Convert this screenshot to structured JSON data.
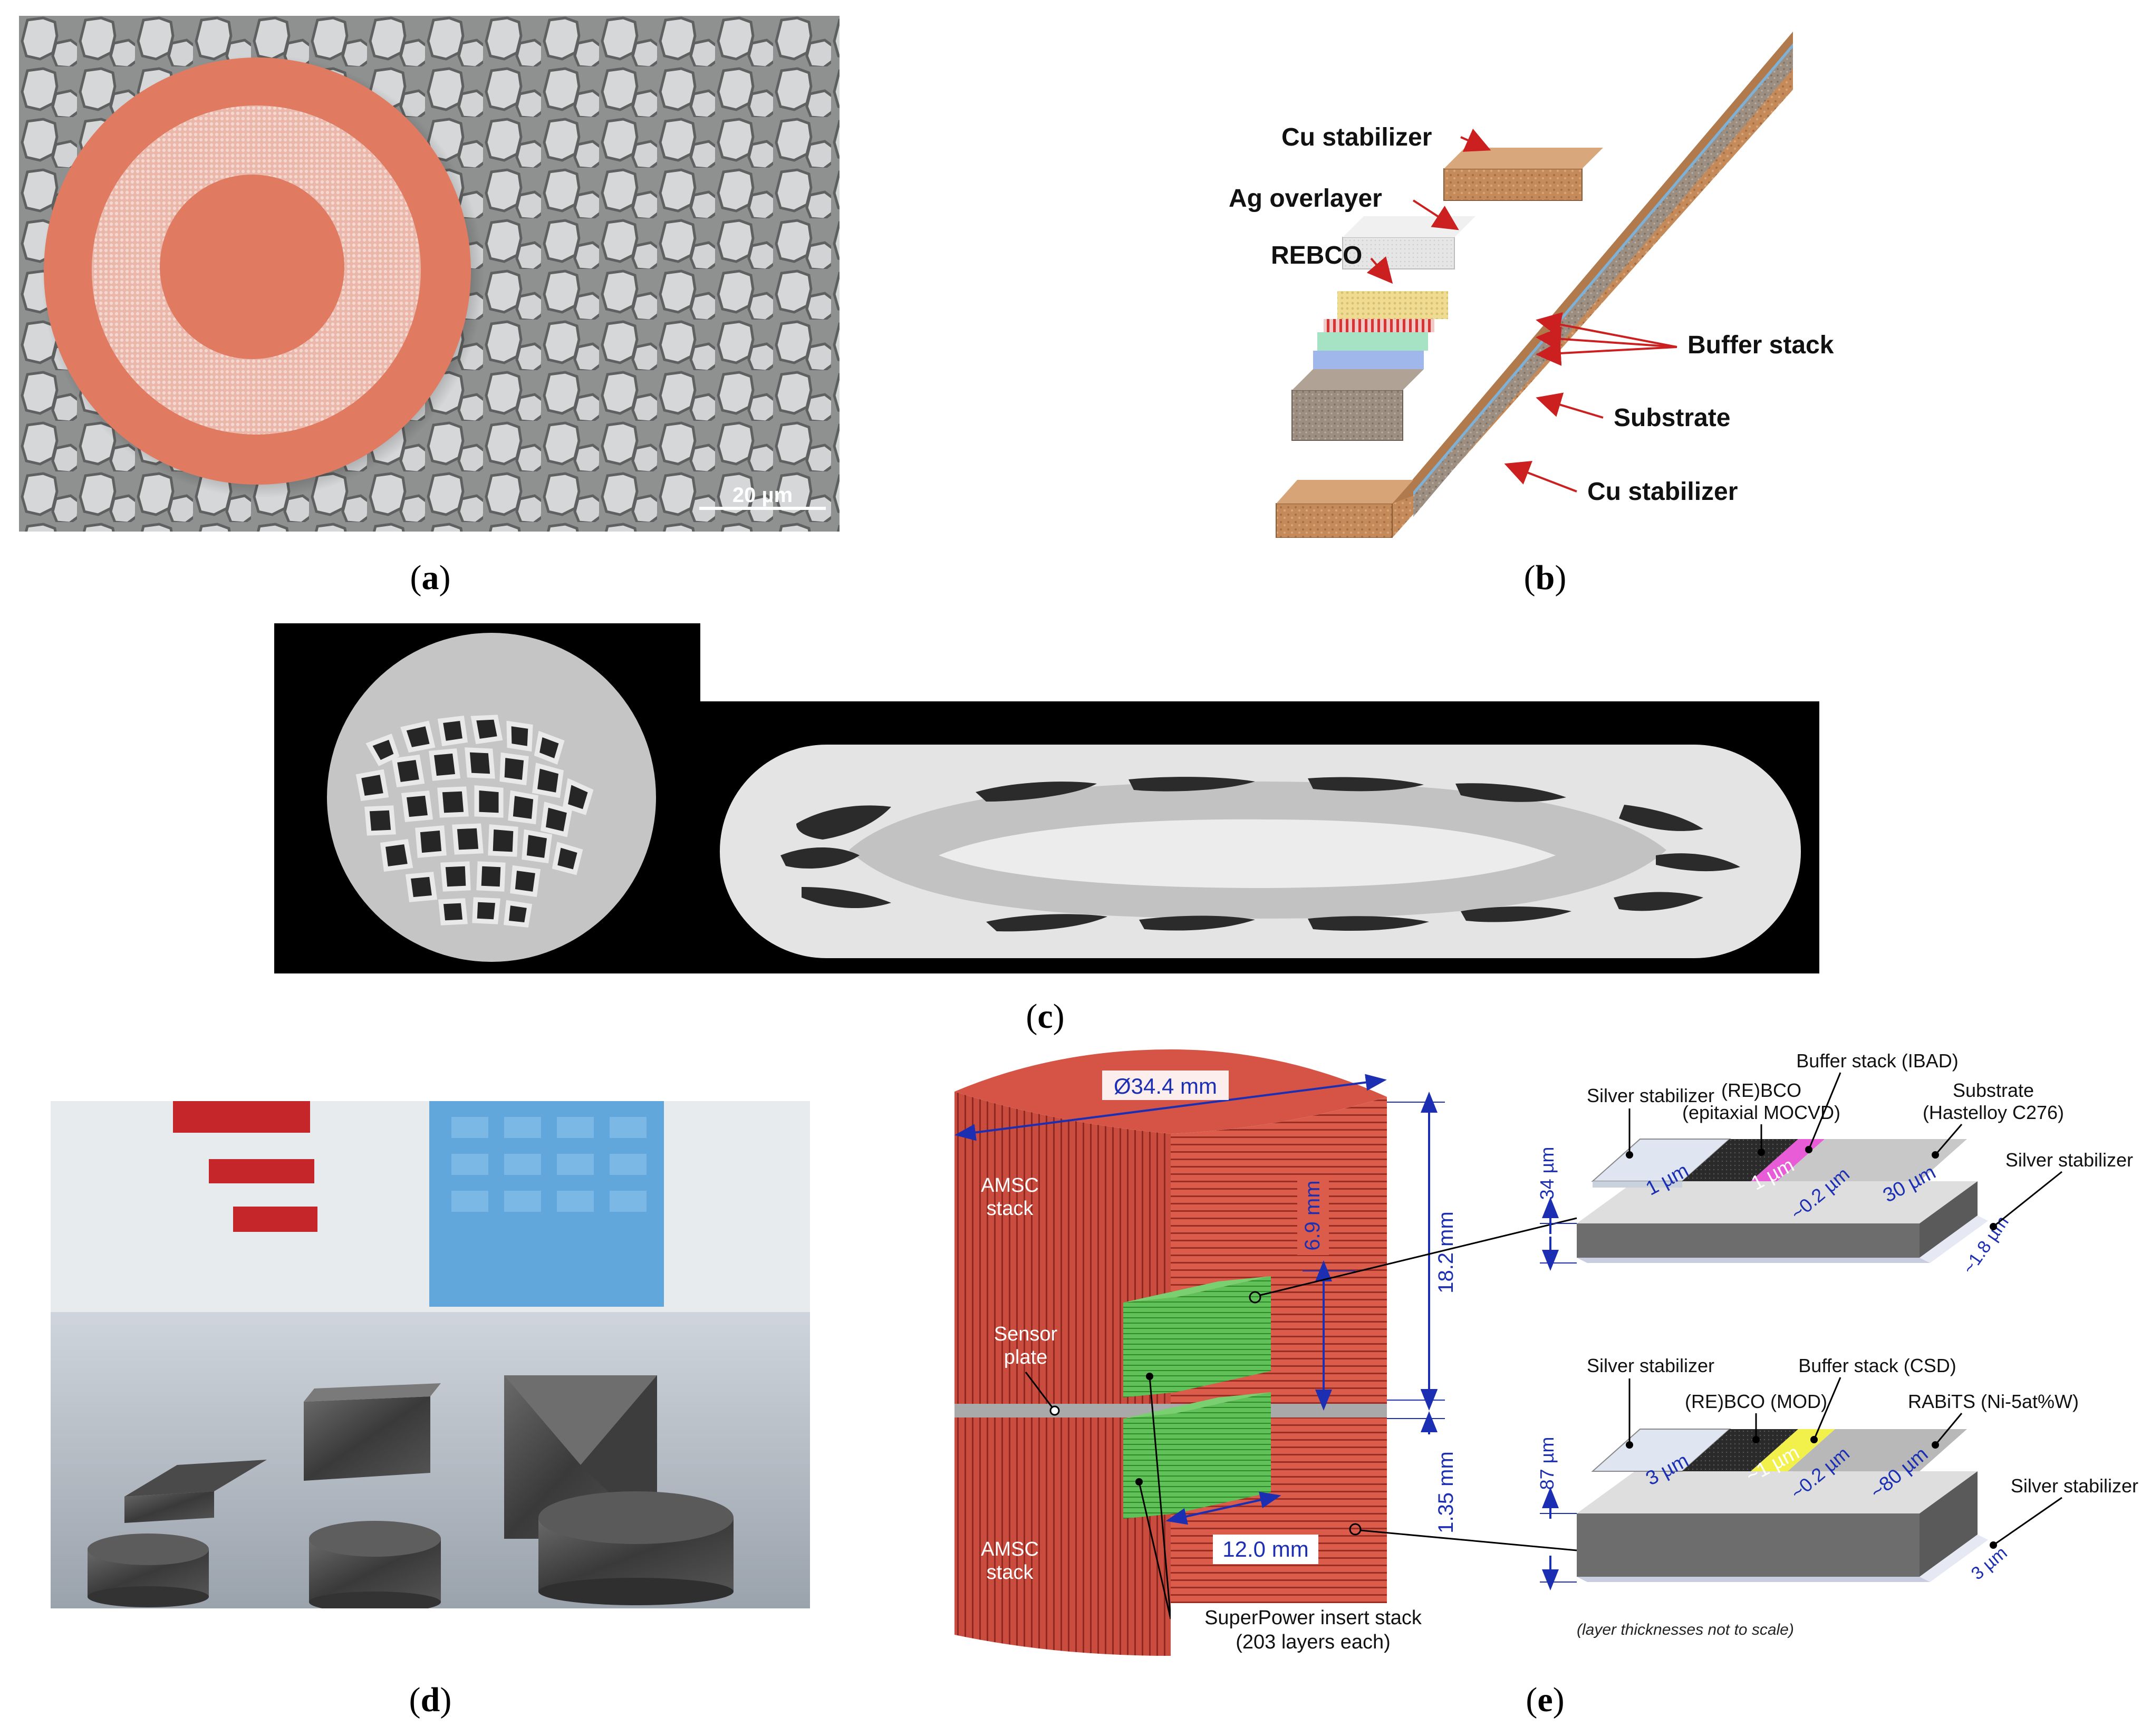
{
  "panel_a": {
    "letter": "a",
    "scale_bar": "20 µm",
    "colors": {
      "background": "#9ea0a0",
      "filament": "#d8d9da",
      "copper": "#e07b62",
      "mesh": "#e8b3a6"
    }
  },
  "panel_b": {
    "letter": "b",
    "labels": {
      "cu_top": "Cu stabilizer",
      "ag": "Ag overlayer",
      "rebco": "REBCO",
      "buffer": "Buffer stack",
      "substrate": "Substrate",
      "cu_bottom": "Cu stabilizer"
    },
    "colors": {
      "copper": "#c38b5d",
      "substrate": "#a09184",
      "silver": "#e4e4e4",
      "rebco": "#ecdb95",
      "arrow": "#cc2020"
    }
  },
  "panel_c": {
    "letter": "c",
    "colors": {
      "matrix": "#c3c3c3",
      "tape": "#e6e6e6",
      "filament": "#2a2a2a",
      "frame": "#000000"
    }
  },
  "panel_d": {
    "letter": "d",
    "colors": {
      "table": "#aab2bc",
      "wall": "#e9ecef",
      "red_panel": "#c4262a",
      "blue_panel": "#62a7dc",
      "sample": "#3f3f3f"
    }
  },
  "panel_e": {
    "letter": "e",
    "cylinder": {
      "diameter": "Ø34.4 mm",
      "stack_top": [
        "AMSC",
        "stack"
      ],
      "sensor": [
        "Sensor",
        "plate"
      ],
      "stack_bottom": [
        "AMSC",
        "stack"
      ],
      "dim_18_2": "18.2 mm",
      "dim_6_9": "6.9 mm",
      "dim_1_35": "1.35 mm",
      "dim_12_0": "12.0 mm",
      "insert": [
        "SuperPower insert stack",
        "(203 layers each)"
      ]
    },
    "tape_top": {
      "silver_stabilizer_left": "Silver stabilizer",
      "rebco": [
        "(RE)BCO",
        "(epitaxial MOCVD)"
      ],
      "buffer": "Buffer stack (IBAD)",
      "substrate": [
        "Substrate",
        "(Hastelloy C276)"
      ],
      "silver_stabilizer_right": "Silver stabilizer",
      "thickness_total": "34 µm",
      "thickness_silver": "1 µm",
      "thickness_rebco": "1 µm",
      "thickness_buffer": "~0.2 µm",
      "thickness_substrate": "30 µm",
      "thickness_bottom": "~1.8 µm"
    },
    "tape_bottom": {
      "silver_stabilizer_left": "Silver stabilizer",
      "rebco": "(RE)BCO (MOD)",
      "buffer": "Buffer stack (CSD)",
      "substrate": "RABiTS (Ni-5at%W)",
      "silver_stabilizer_right": "Silver stabilizer",
      "thickness_total": "87 µm",
      "thickness_silver": "3 µm",
      "thickness_rebco": "~1 µm",
      "thickness_buffer": "~0.2 µm",
      "thickness_substrate": "~80 µm",
      "thickness_bottom": "3 µm"
    },
    "note": "(layer thicknesses not to scale)",
    "colors": {
      "red_stack": "#d9584a",
      "green": "#63c35a",
      "magenta": "#e85cd8",
      "yellow": "#f2f04a",
      "dim": "#1c2fb2"
    }
  }
}
